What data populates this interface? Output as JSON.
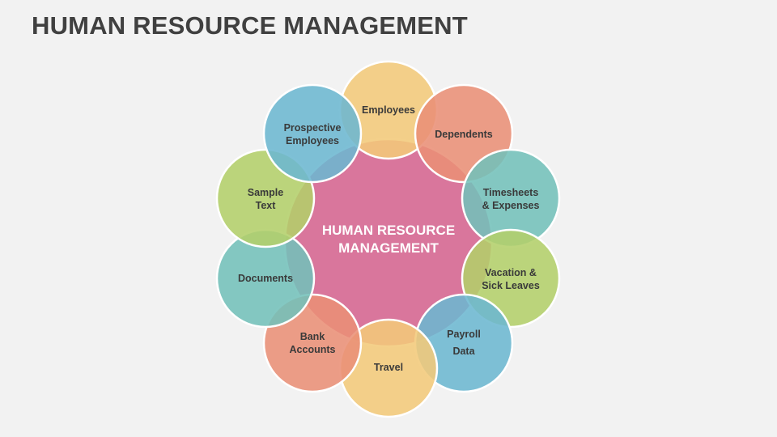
{
  "title": "HUMAN RESOURCE MANAGEMENT",
  "center": {
    "line1": "HUMAN RESOURCE",
    "line2": "MANAGEMENT",
    "color": "#d9769c"
  },
  "nodes": [
    {
      "line1": "Employees",
      "line2": "",
      "color": "#f2c97a"
    },
    {
      "line1": "Dependents",
      "line2": "",
      "color": "#e98f76"
    },
    {
      "line1": "Timesheets",
      "line2": "& Expenses",
      "color": "#73c0ba"
    },
    {
      "line1": "Vacation &",
      "line2": "Sick Leaves",
      "color": "#b3cf6a"
    },
    {
      "line1": "Payroll",
      "line2": "Data",
      "color": "#6cb7d0"
    },
    {
      "line1": "Travel",
      "line2": "",
      "color": "#f2c97a"
    },
    {
      "line1": "Bank",
      "line2": "Accounts",
      "color": "#e98f76"
    },
    {
      "line1": "Documents",
      "line2": "",
      "color": "#73c0ba"
    },
    {
      "line1": "Sample",
      "line2": "Text",
      "color": "#b3cf6a"
    },
    {
      "line1": "Prospective",
      "line2": "Employees",
      "color": "#6cb7d0"
    }
  ]
}
